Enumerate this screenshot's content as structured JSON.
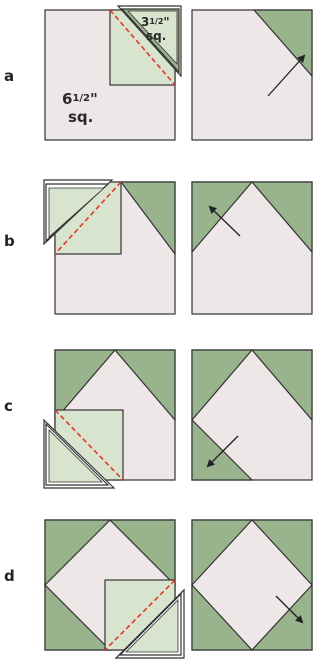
{
  "colors": {
    "background_fabric": "#ede7e8",
    "corner_fabric": "#99b38c",
    "square_fabric": "#d9e4cf",
    "outline": "#333333",
    "stitch_line": "#e23a2a"
  },
  "steps": [
    {
      "label": "a"
    },
    {
      "label": "b"
    },
    {
      "label": "c"
    },
    {
      "label": "d"
    }
  ],
  "large_square": {
    "whole": "6",
    "fraction": "1/2",
    "unit": "\"",
    "suffix": "sq."
  },
  "small_square": {
    "whole": "3",
    "fraction": "1/2",
    "unit": "\"",
    "suffix": "sq."
  }
}
